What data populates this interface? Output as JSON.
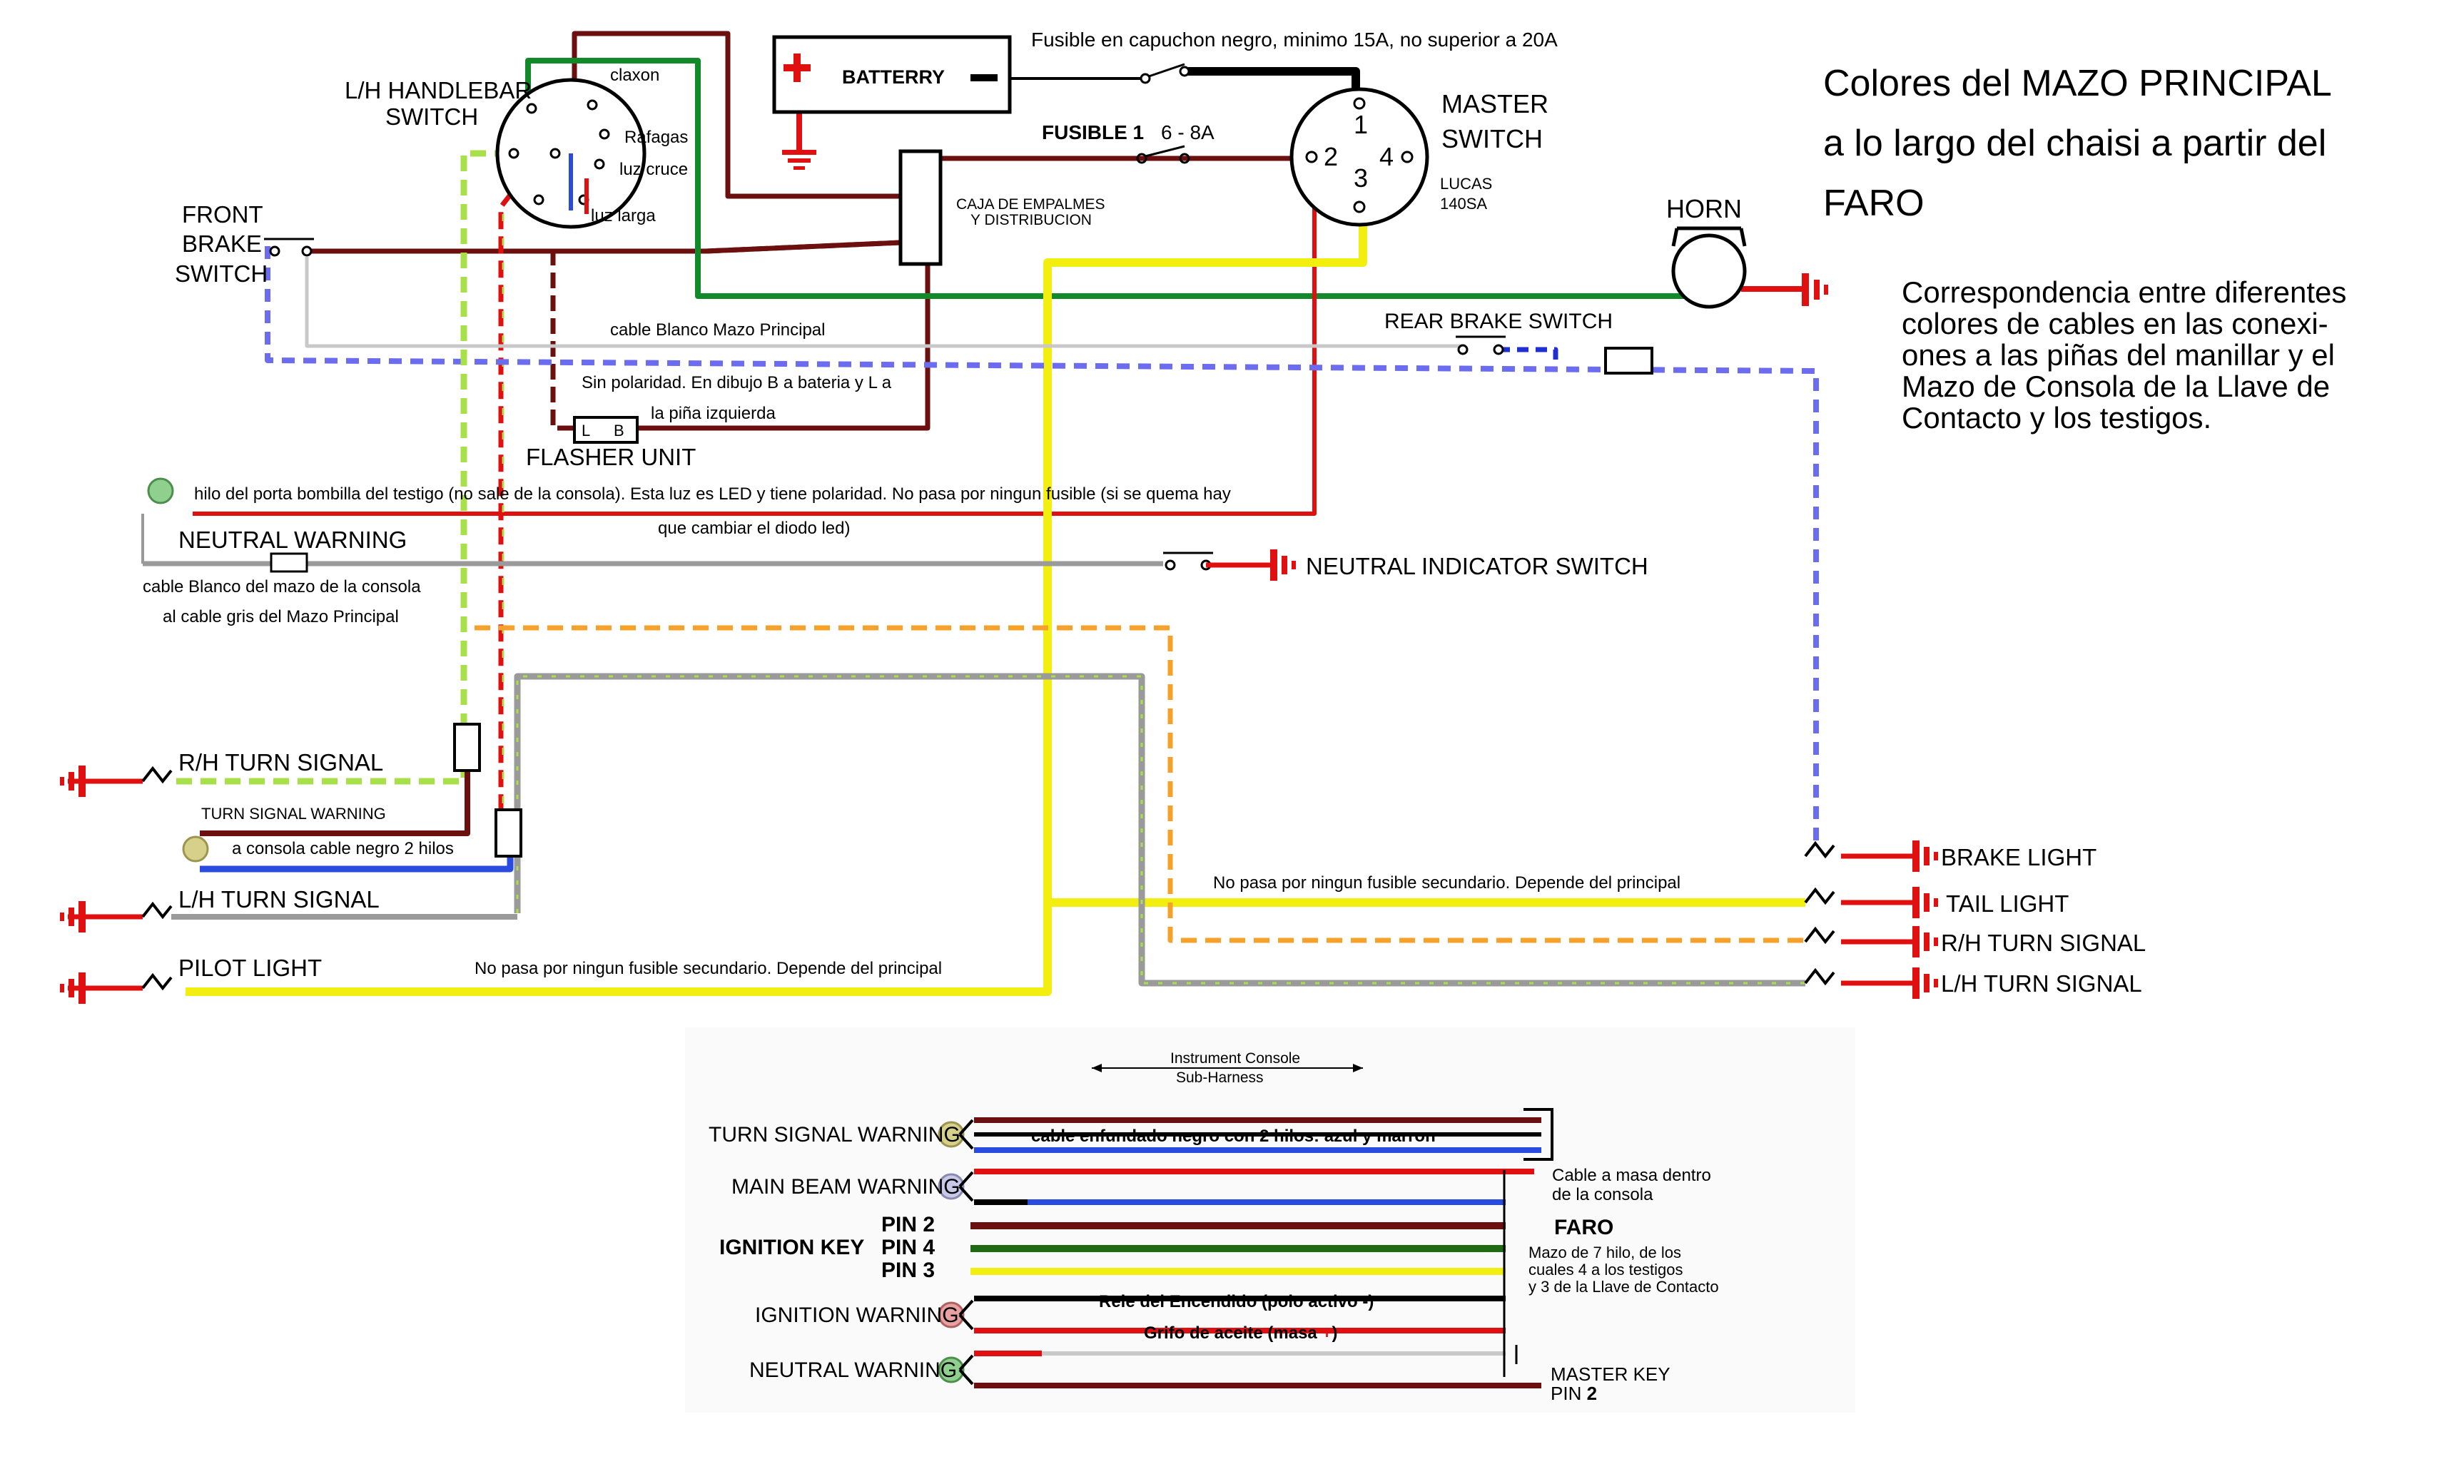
{
  "title": {
    "lines": [
      "Colores del MAZO PRINCIPAL",
      "a lo largo del chaisi a partir del",
      "FARO"
    ]
  },
  "subtitle": {
    "lines": [
      "Correspondencia entre diferentes",
      "colores de cables en las conexi-",
      "ones a las piñas del manillar y el",
      "Mazo de Consola de la Llave de",
      "Contacto y los testigos."
    ]
  },
  "labels": {
    "lh_switch_1": "L/H HANDLEBAR",
    "lh_switch_2": "SWITCH",
    "claxon": "claxon",
    "rafagas": "Rafagas",
    "luz_cruce": "luz cruce",
    "luz_larga": "luz larga",
    "battery": "BATTERRY",
    "fuse_main": "Fusible en capuchon negro, minimo 15A, no superior a 20A",
    "fuse1_a": "FUSIBLE 1",
    "fuse1_b": "6 - 8A",
    "caja_1": "CAJA DE EMPALMES",
    "caja_2": "Y DISTRIBUCION",
    "master_1": "MASTER",
    "master_2": "SWITCH",
    "lucas_1": "LUCAS",
    "lucas_2": "140SA",
    "pin1": "1",
    "pin2": "2",
    "pin3": "3",
    "pin4": "4",
    "horn": "HORN",
    "front_brake_1": "FRONT",
    "front_brake_2": "BRAKE",
    "front_brake_3": "SWITCH",
    "cable_blanco": "cable Blanco Mazo Principal",
    "rear_brake": "REAR BRAKE SWITCH",
    "sin_pol_1": "Sin polaridad. En dibujo B a bateria y L a",
    "sin_pol_2": "la piña izquierda",
    "flasher_l": "L",
    "flasher_b": "B",
    "flasher": "FLASHER UNIT",
    "hilo_1": "hilo del porta bombilla del testigo (no sale de la consola). Esta luz es LED y tiene polaridad. No pasa por ningun fusible (si se quema hay",
    "hilo_2": "que cambiar  el diodo led)",
    "neutral_warning": "NEUTRAL WARNING",
    "neutral_switch": "NEUTRAL INDICATOR SWITCH",
    "cable_consola_1": "cable Blanco del mazo de la consola",
    "cable_consola_2": "al cable gris del Mazo Principal",
    "rh_turn": "R/H TURN SIGNAL",
    "turn_warning": "TURN SIGNAL WARNING",
    "a_consola": "a consola cable negro 2 hilos",
    "lh_turn": "L/H TURN SIGNAL",
    "pilot": "PILOT LIGHT",
    "no_pasa": "No pasa por ningun fusible secundario. Depende del principal",
    "brake_light": "BRAKE LIGHT",
    "tail_light": "TAIL LIGHT",
    "rh_turn_r": "R/H TURN SIGNAL",
    "lh_turn_r": "L/H TURN SIGNAL"
  },
  "console": {
    "header_1": "Instrument Console",
    "header_2": "Sub-Harness",
    "turn_warning": "TURN SIGNAL WARNING",
    "enfundado": "cable enfundado negro con 2 hilos: azul y marron",
    "main_beam": "MAIN BEAM WARNING",
    "cable_masa_1": "Cable a masa dentro",
    "cable_masa_2": "de la consola",
    "pin_2": "PIN 2",
    "pin_4": "PIN 4",
    "pin_3": "PIN 3",
    "ignition_key": "IGNITION KEY",
    "faro": "FARO",
    "faro_1": "Mazo de 7 hilo, de los",
    "faro_2": "cuales 4 a los testigos",
    "faro_3": "y 3 de la Llave de Contacto",
    "ignition_warning": "IGNITION WARNING",
    "rele": "Rele del Encendido (polo activo -)",
    "grifo": "Grifo de aceite (masa",
    "grifo_plus": "+",
    "grifo_end": ")",
    "neutral_warning": "NEUTRAL WARNING",
    "master_key": "MASTER KEY",
    "master_pin": "PIN",
    "master_pin_num": "2"
  },
  "colors": {
    "brown": "#6b0f0f",
    "red": "#e01010",
    "green": "#138a2a",
    "yellow": "#f2ee10",
    "blue": "#2a4be0",
    "orange": "#f5a12a",
    "grey": "#9a9a9a",
    "dashed_green": "#a8e04a",
    "dashed_blue": "#6c6cf0"
  }
}
